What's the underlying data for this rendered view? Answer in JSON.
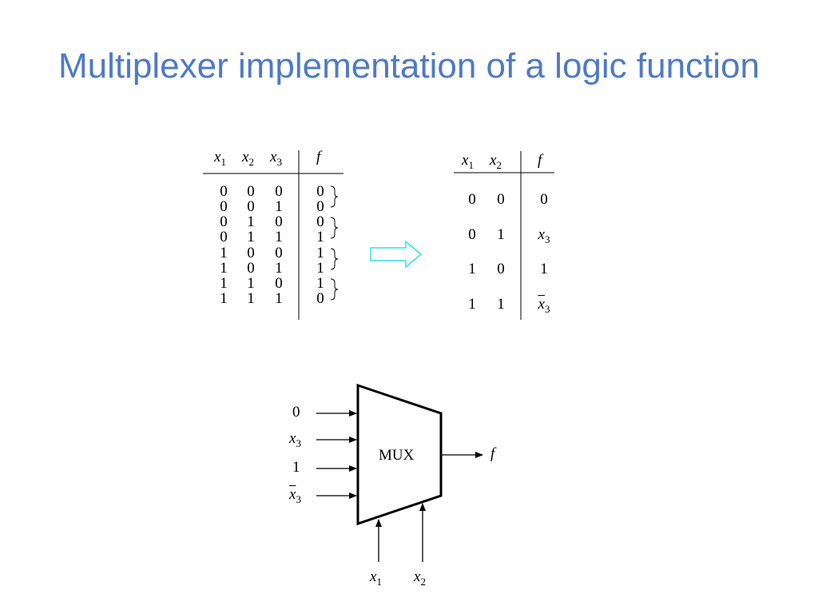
{
  "title": "Multiplexer implementation of a logic function",
  "full_table": {
    "headers": [
      "x",
      "x",
      "x",
      "f"
    ],
    "header_subs": [
      "1",
      "2",
      "3",
      ""
    ],
    "rows": [
      [
        "0",
        "0",
        "0",
        "0"
      ],
      [
        "0",
        "0",
        "1",
        "0"
      ],
      [
        "0",
        "1",
        "0",
        "0"
      ],
      [
        "0",
        "1",
        "1",
        "1"
      ],
      [
        "1",
        "0",
        "0",
        "1"
      ],
      [
        "1",
        "0",
        "1",
        "1"
      ],
      [
        "1",
        "1",
        "0",
        "1"
      ],
      [
        "1",
        "1",
        "1",
        "0"
      ]
    ]
  },
  "reduced_table": {
    "headers": [
      "x",
      "x",
      "f"
    ],
    "header_subs": [
      "1",
      "2",
      ""
    ],
    "rows": [
      {
        "x1": "0",
        "x2": "0",
        "f": "0",
        "f_sub": "",
        "f_bar": false
      },
      {
        "x1": "0",
        "x2": "1",
        "f": "x",
        "f_sub": "3",
        "f_bar": false
      },
      {
        "x1": "1",
        "x2": "0",
        "f": "1",
        "f_sub": "",
        "f_bar": false
      },
      {
        "x1": "1",
        "x2": "1",
        "f": "x",
        "f_sub": "3",
        "f_bar": true
      }
    ]
  },
  "mux": {
    "label": "MUX",
    "inputs": [
      {
        "text": "0",
        "sub": "",
        "bar": false
      },
      {
        "text": "x",
        "sub": "3",
        "bar": false
      },
      {
        "text": "1",
        "sub": "",
        "bar": false
      },
      {
        "text": "x",
        "sub": "3",
        "bar": true
      }
    ],
    "selects": [
      {
        "text": "x",
        "sub": "1"
      },
      {
        "text": "x",
        "sub": "2"
      }
    ],
    "output": "f"
  },
  "colors": {
    "title": "#4f7ac8",
    "arrow": "#33e0f0"
  }
}
